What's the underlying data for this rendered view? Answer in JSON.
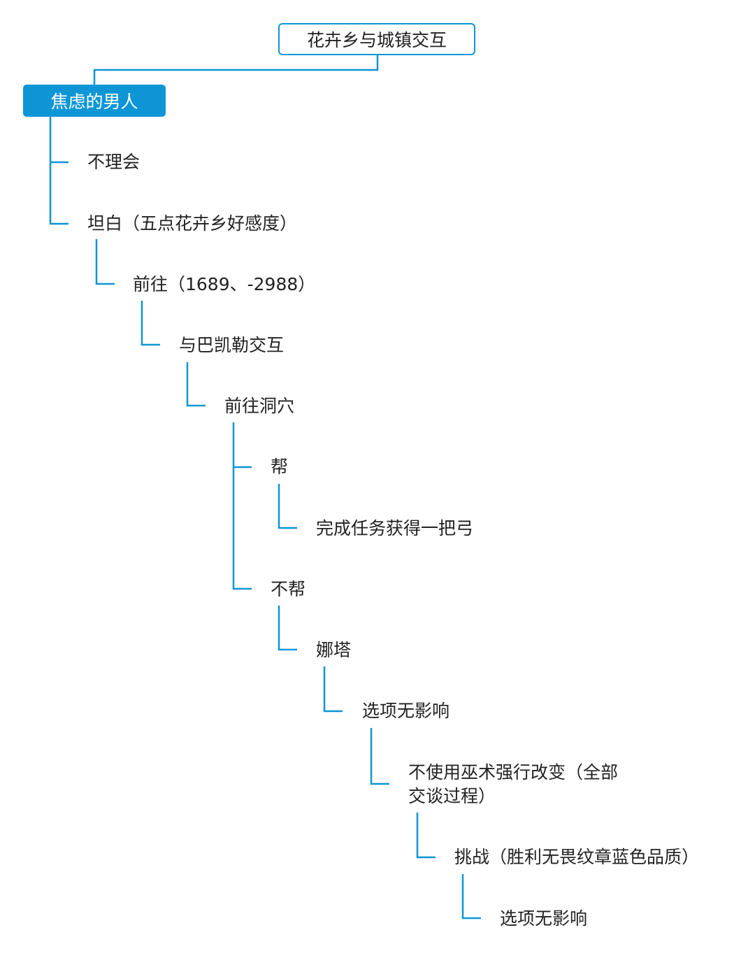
{
  "root": {
    "label": "花卉乡与城镇交互"
  },
  "main": {
    "label": "焦虑的男人"
  },
  "nodes": {
    "ignore": "不理会",
    "confess": "坦白（五点花卉乡好感度）",
    "goto_coords": "前往（1689、-2988）",
    "interact_bakeller": "与巴凯勒交互",
    "goto_cave": "前往洞穴",
    "help": "帮",
    "help_reward": "完成任务获得一把弓",
    "not_help": "不帮",
    "nata": "娜塔",
    "no_effect_1": "选项无影响",
    "no_magic_line1": "不使用巫术强行改变（全部",
    "no_magic_line2": "交谈过程）",
    "challenge": "挑战（胜利无畏纹章蓝色品质）",
    "no_effect_2": "选项无影响"
  },
  "colors": {
    "accent": "#0D95D6",
    "text": "#222222",
    "background": "#ffffff"
  }
}
